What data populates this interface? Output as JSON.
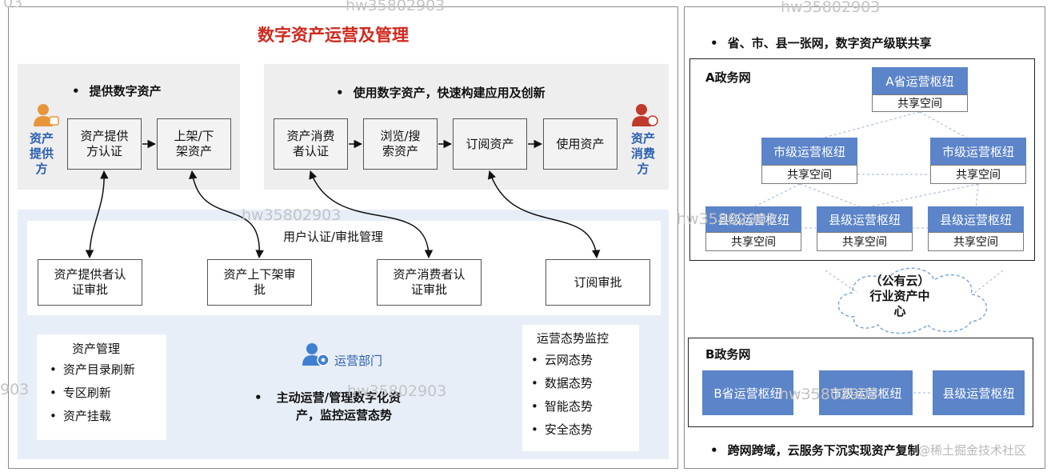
{
  "main": {
    "title": "数字资产运营及管理",
    "provider_bullet": "提供数字资产",
    "consumer_bullet": "使用数字资产，快速构建应用及创新",
    "provider_role": [
      "资产",
      "提供",
      "方"
    ],
    "consumer_role": [
      "资产",
      "消费",
      "方"
    ],
    "provider_boxes": [
      [
        "资产提供",
        "方认证"
      ],
      [
        "上架/下",
        "架资产"
      ]
    ],
    "consumer_boxes": [
      [
        "资产消费",
        "者认证"
      ],
      [
        "浏览/搜",
        "索资产"
      ],
      [
        "订阅资产"
      ],
      [
        "使用资产"
      ]
    ],
    "approval_title": "用户认证/审批管理",
    "approval_boxes": [
      [
        "资产提供者认",
        "证审批"
      ],
      [
        "资产上下架审",
        "批"
      ],
      [
        "资产消费者认",
        "证审批"
      ],
      [
        "订阅审批"
      ]
    ],
    "asset_mgmt": {
      "title": "资产管理",
      "items": [
        "资产目录刷新",
        "专区刷新",
        "资产挂载"
      ]
    },
    "ops_dept": "运营部门",
    "ops_bullet": [
      "主动运营/管理数字化资",
      "产，监控运营态势"
    ],
    "monitor": {
      "title": "运营态势监控",
      "items": [
        "云网态势",
        "数据态势",
        "智能态势",
        "安全态势"
      ]
    }
  },
  "side": {
    "top_bullet": "省、市、县一张网，数字资产级联共享",
    "a_net": {
      "title": "A政务网",
      "province": "A省运营枢纽",
      "city": "市级运营枢纽",
      "county": "县级运营枢纽",
      "share": "共享空间"
    },
    "cloud": [
      "（公有云）",
      "行业资产中",
      "心"
    ],
    "b_net": {
      "title": "B政务网",
      "hubs": [
        "B省运营枢纽",
        "市级运营枢纽",
        "县级运营枢纽"
      ]
    },
    "bottom_bullet": "跨网跨域，云服务下沉实现资产复制"
  },
  "watermarks": [
    "hw35802903",
    "hw35802903",
    "hw35802903",
    "hw35802903",
    "hw35802903",
    "hw35802903",
    "903",
    "03"
  ],
  "footer_mark": "@稀土掘金技术社区",
  "colors": {
    "hub_blue": "#5b84c9",
    "title_red": "#d0281e",
    "role_blue": "#2a5fb0",
    "consumer_icon_red": "#c0392b"
  }
}
